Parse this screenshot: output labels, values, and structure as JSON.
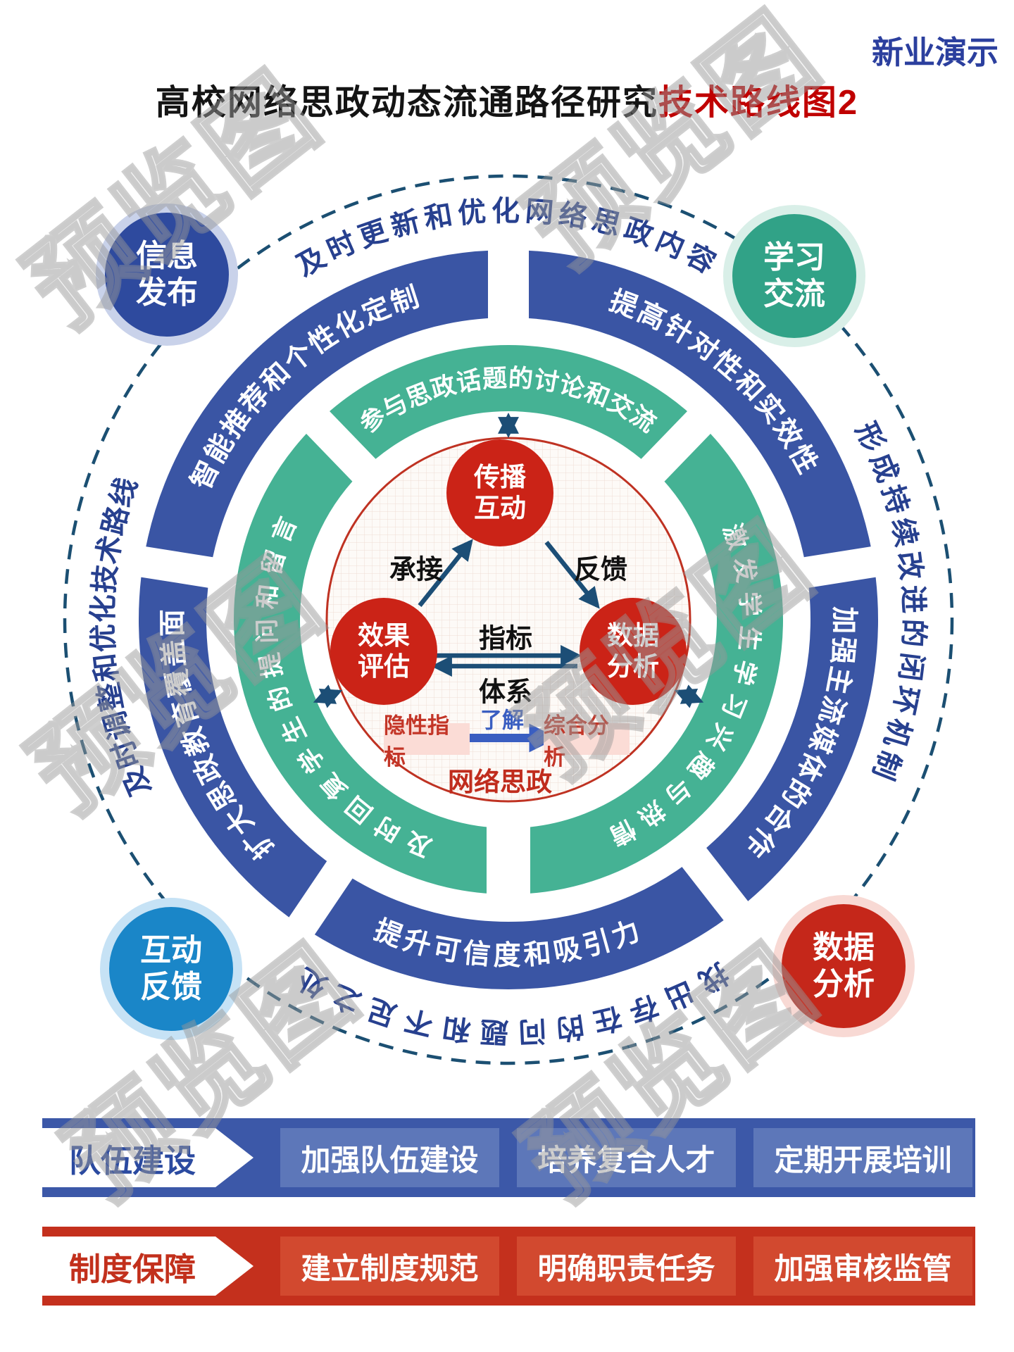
{
  "watermark": {
    "text": "预览图"
  },
  "header": {
    "badge": "新业演示",
    "title_main": "高校网络思政动态流通路径研究",
    "title_accent": "技术路线图2"
  },
  "corner_nodes": {
    "info_publish": {
      "line1": "信息",
      "line2": "发布"
    },
    "study_exchange": {
      "line1": "学习",
      "line2": "交流"
    },
    "interact_feedback": {
      "line1": "互动",
      "line2": "反馈"
    },
    "data_analysis": {
      "line1": "数据",
      "line2": "分析"
    }
  },
  "outer_dashed_labels": {
    "top": "及时更新和优化网络思政内容",
    "right": "形成持续改进的闭环机制",
    "bottom": "找出存在的问题和不足之处",
    "left": "及时调整和优化技术路线"
  },
  "blue_ring": {
    "top_left": "智能推荐和个性化定制",
    "top_right": "提高针对性和实效性",
    "right": "加强主流媒体的合作",
    "bottom": "提升可信度和吸引力",
    "left": "扩大思政教育覆盖面"
  },
  "green_ring": {
    "top": "参与思政话题的讨论和交流",
    "right": "激发学生学习兴趣与热情",
    "left": "及时回复学生的提问和留言"
  },
  "core": {
    "node_top": {
      "line1": "传播",
      "line2": "互动"
    },
    "node_left": {
      "line1": "效果",
      "line2": "评估"
    },
    "node_right": {
      "line1": "数据",
      "line2": "分析"
    },
    "edge_left": "承接",
    "edge_right": "反馈",
    "axis_top": "指标",
    "axis_bottom": "体系",
    "link_label": "了解",
    "tag_left": "隐性指标",
    "tag_right": "综合分析",
    "caption": "网络思政"
  },
  "banners": {
    "team": {
      "label": "队伍建设",
      "items": [
        "加强队伍建设",
        "培养复合人才",
        "定期开展培训"
      ]
    },
    "system": {
      "label": "制度保障",
      "items": [
        "建立制度规范",
        "明确职责任务",
        "加强审核监管"
      ]
    }
  },
  "colors": {
    "blue_ring": "#3a55a4",
    "green_ring": "#45b294",
    "node_red": "#cb2317",
    "badge_blue": "#2b3f9e",
    "title_accent_red": "#c00000",
    "bright_blue": "#1a86c8",
    "teal": "#31a287",
    "navy_arrow": "#1c4e76",
    "link_blue": "#3a5ec1",
    "banner_blue": "#3c58a8",
    "banner_red": "#c4301d"
  }
}
